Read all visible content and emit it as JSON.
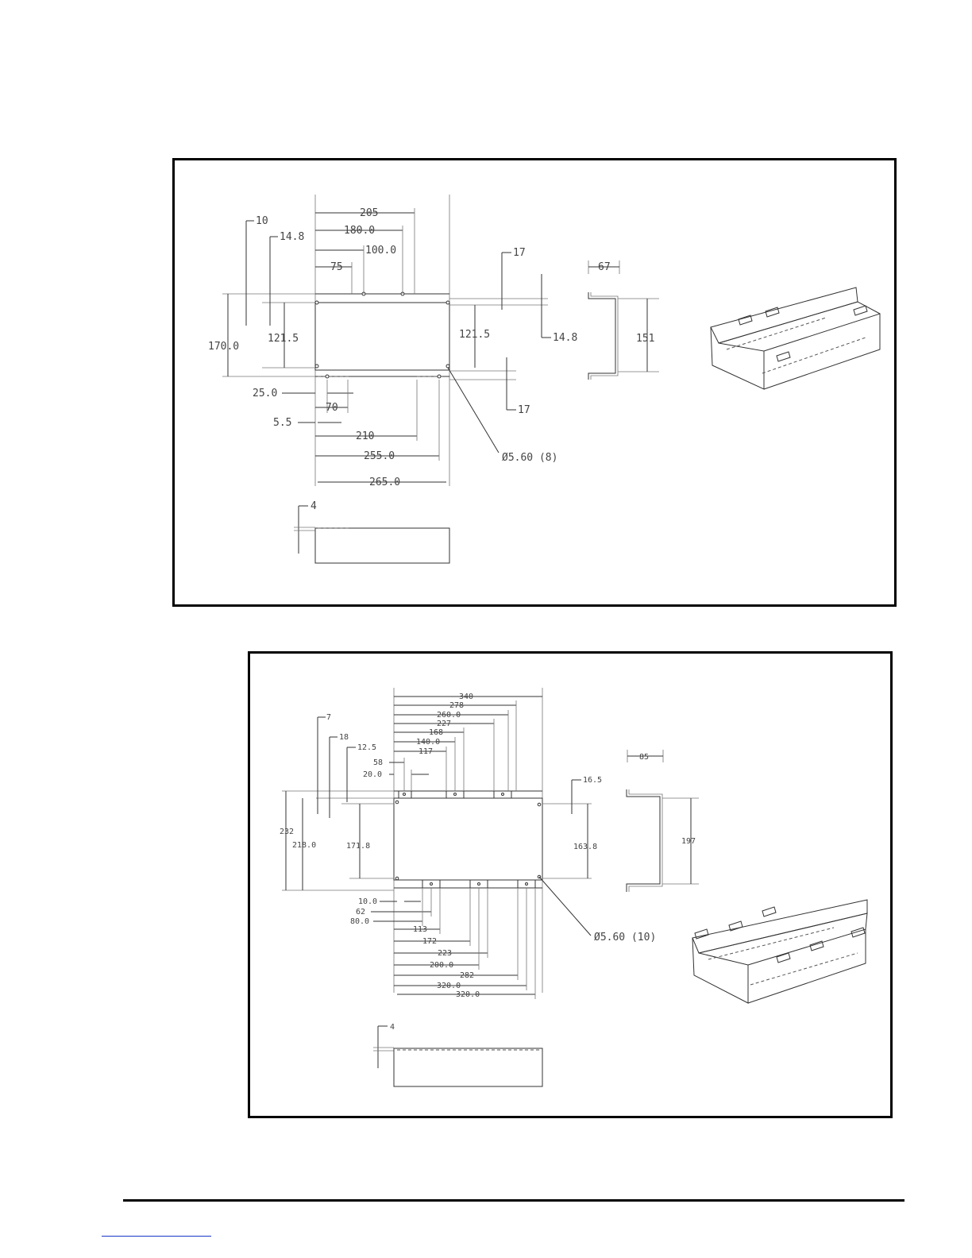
{
  "drawing1": {
    "dims": {
      "d205": "205",
      "d180": "180.0",
      "d100": "100.0",
      "d75": "75",
      "d10": "10",
      "d14_8a": "14.8",
      "d17a": "17",
      "d14_8b": "14.8",
      "d170": "170.0",
      "d121_5a": "121.5",
      "d121_5b": "121.5",
      "d17b": "17",
      "d25": "25.0",
      "d70": "70",
      "d5_5": "5.5",
      "d210": "210",
      "d255": "255.0",
      "d265": "265.0",
      "hole": "Ø5.60  (8)",
      "side_width": "67",
      "side_height": "151",
      "thickness": "4"
    }
  },
  "drawing2": {
    "dims": {
      "d340": "340",
      "d278": "278",
      "d260": "260.0",
      "d227": "227",
      "d168": "168",
      "d140": "140.0",
      "d117": "117",
      "d58": "58",
      "d20": "20.0",
      "d7": "7",
      "d18": "18",
      "d12_5": "12.5",
      "d16_5": "16.5",
      "d232": "232",
      "d218": "218.0",
      "d171_8": "171.8",
      "d163_8": "163.8",
      "d10": "10.0",
      "d62": "62",
      "d80": "80.0",
      "d113": "113",
      "d172": "172",
      "d223": "223",
      "d200": "200.0",
      "d282": "282",
      "d320a": "320.0",
      "d320b": "320.0",
      "hole": "Ø5.60  (10)",
      "side_width": "85",
      "side_height": "197",
      "thickness": "4"
    }
  }
}
